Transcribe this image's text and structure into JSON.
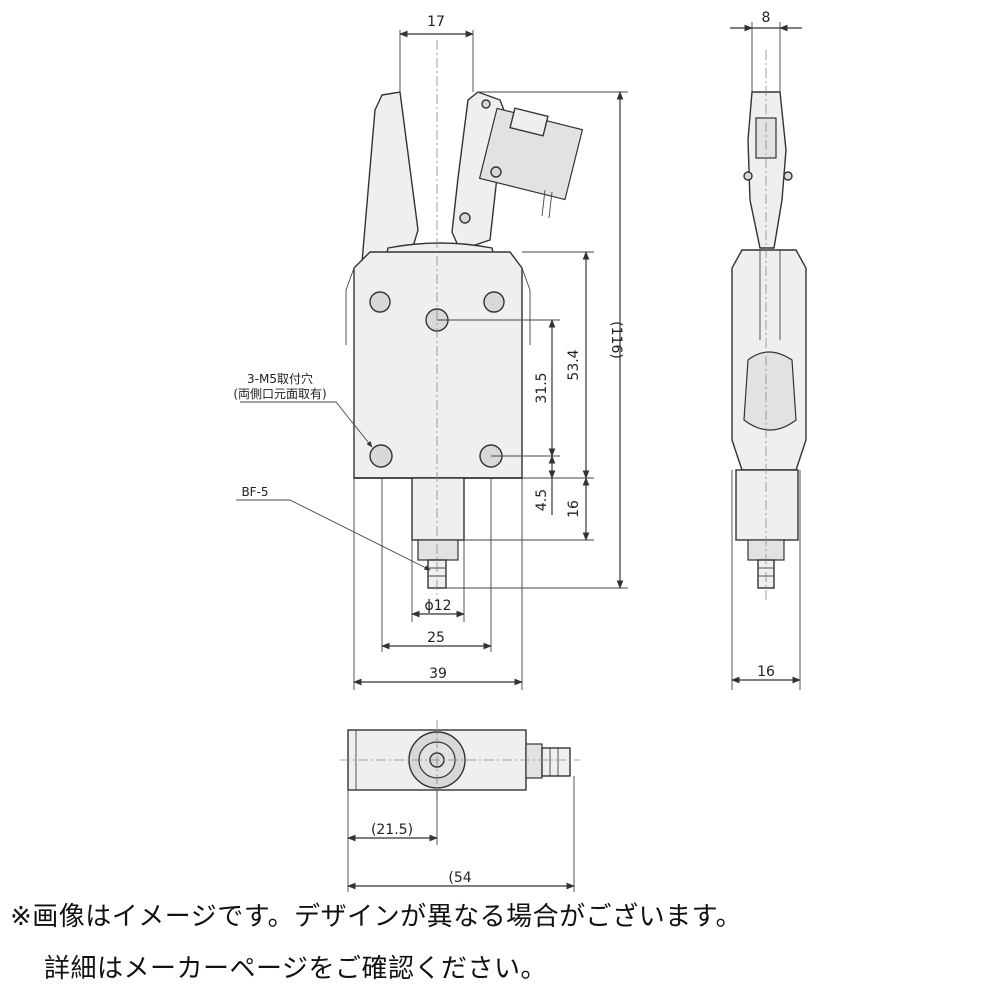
{
  "dimensions": {
    "top_width": "17",
    "side_top_width": "8",
    "overall_height": "(116)",
    "upper_height": "53.4",
    "hole_spacing": "31.5",
    "lower_offset": "4.5",
    "lower_height": "16",
    "port_diameter": "ϕ12",
    "port_width": "25",
    "body_width": "39",
    "side_width": "16",
    "bottom_offset": "(21.5)",
    "bottom_length": "(54"
  },
  "callouts": {
    "mount_holes_line1": "3-M5取付穴",
    "mount_holes_line2": "(両側口元面取有)",
    "fitting": "BF-5"
  },
  "notes": {
    "line1": "※画像はイメージです。デザインが異なる場合がございます。",
    "line2": "詳細はメーカーページをご確認ください。"
  }
}
